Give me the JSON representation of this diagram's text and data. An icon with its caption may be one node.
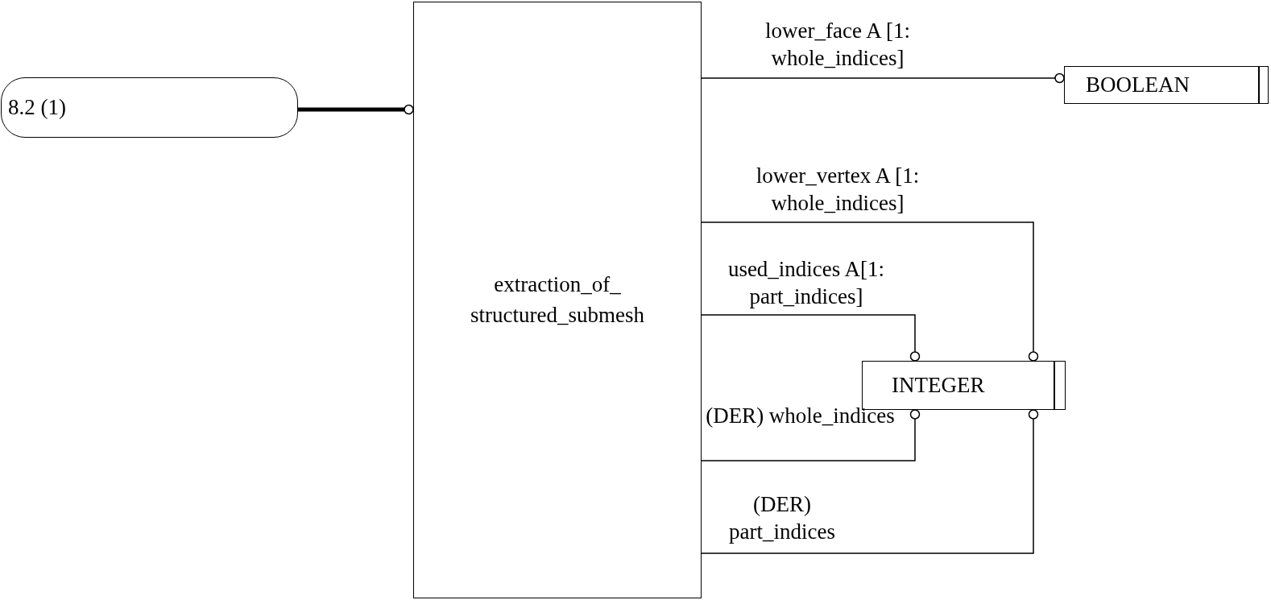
{
  "diagram": {
    "nodes": [
      {
        "text": [
          "8.2 (1)"
        ]
      },
      {
        "text": [
          "extraction_of_ structured_submesh"
        ]
      },
      {
        "text": [
          "BOOLEAN"
        ]
      },
      {
        "text": [
          "INTEGER"
        ]
      }
    ],
    "edges": [
      {
        "from": 0,
        "to": 1,
        "arrow": "other",
        "style": "thick"
      },
      {
        "from": 1,
        "to": 2,
        "arrow": "other",
        "label": "lower_face A [1: whole_indices]"
      },
      {
        "from": 1,
        "to": 3,
        "arrow": "other",
        "label": "lower_vertex A [1: whole_indices]"
      },
      {
        "from": 1,
        "to": 3,
        "arrow": "other",
        "label": "used_indices A[1: part_indices]"
      },
      {
        "from": 1,
        "to": 3,
        "arrow": "other",
        "label": "(DER) whole_indices"
      },
      {
        "from": 1,
        "to": 3,
        "arrow": "other",
        "label": "(DER) part_indices"
      }
    ]
  }
}
